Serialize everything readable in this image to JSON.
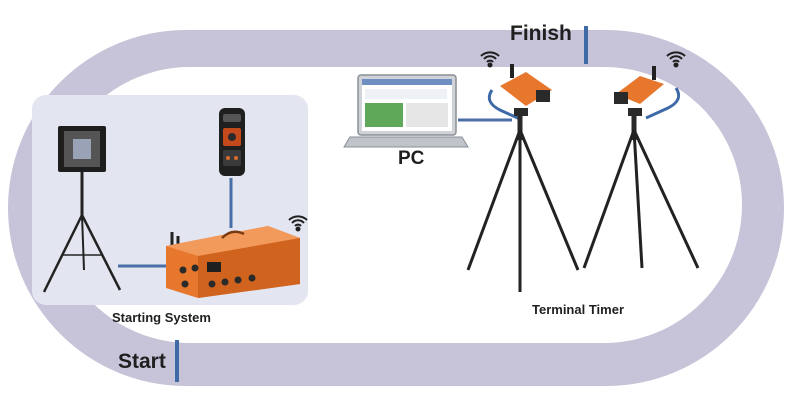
{
  "labels": {
    "finish": "Finish",
    "start": "Start",
    "pc": "PC",
    "starting_system": "Starting System",
    "terminal_timer": "Terminal Timer"
  },
  "icons": [
    "wifi-icon",
    "wifi-icon",
    "wifi-icon"
  ],
  "colors": {
    "track": "#c7c3d8",
    "starting_zone": "#e3e6f0",
    "connector": "#4a6ea8",
    "device_orange": "#e8772e",
    "finish_start_marker": "#3f6aa8"
  }
}
